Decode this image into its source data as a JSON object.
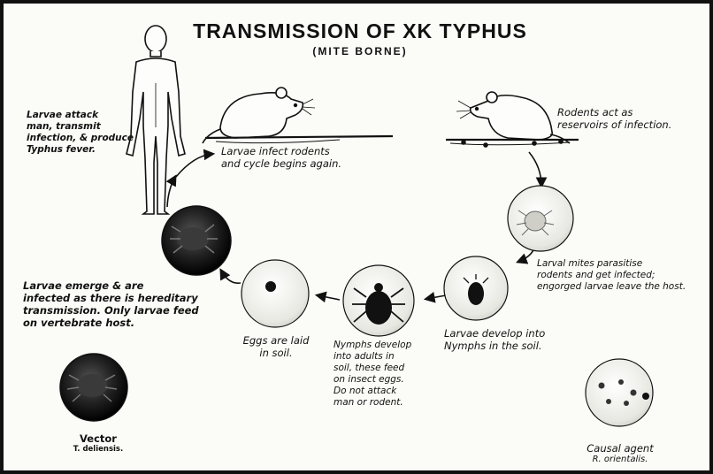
{
  "title": "TRANSMISSION OF XK TYPHUS",
  "subtitle": "(MITE BORNE)",
  "captions": {
    "man": [
      "Larvae attack",
      "man, transmit",
      "infection, & produce",
      "Typhus fever."
    ],
    "rodent_left": [
      "Larvae infect rodents",
      "and cycle begins again."
    ],
    "rodent_right": [
      "Rodents act as",
      "reservoirs of infection."
    ],
    "larval_mites": [
      "Larval mites parasitise",
      "rodents and get infected;",
      "engorged larvae leave the host."
    ],
    "larvae_develop": [
      "Larvae develop into",
      "Nymphs in the soil."
    ],
    "nymphs": [
      "Nymphs develop",
      "into adults in",
      "soil, these feed",
      "on insect eggs.",
      "Do not attack",
      "man or rodent."
    ],
    "eggs": [
      "Eggs are laid",
      "in soil."
    ],
    "larvae_emerge": [
      "Larvae emerge & are",
      "infected as there is hereditary",
      "transmission. Only larvae feed",
      "on vertebrate host."
    ],
    "vector_label": "Vector",
    "vector_name": "T. deliensis.",
    "agent_label": "Causal agent",
    "agent_name": "R. orientalis."
  }
}
